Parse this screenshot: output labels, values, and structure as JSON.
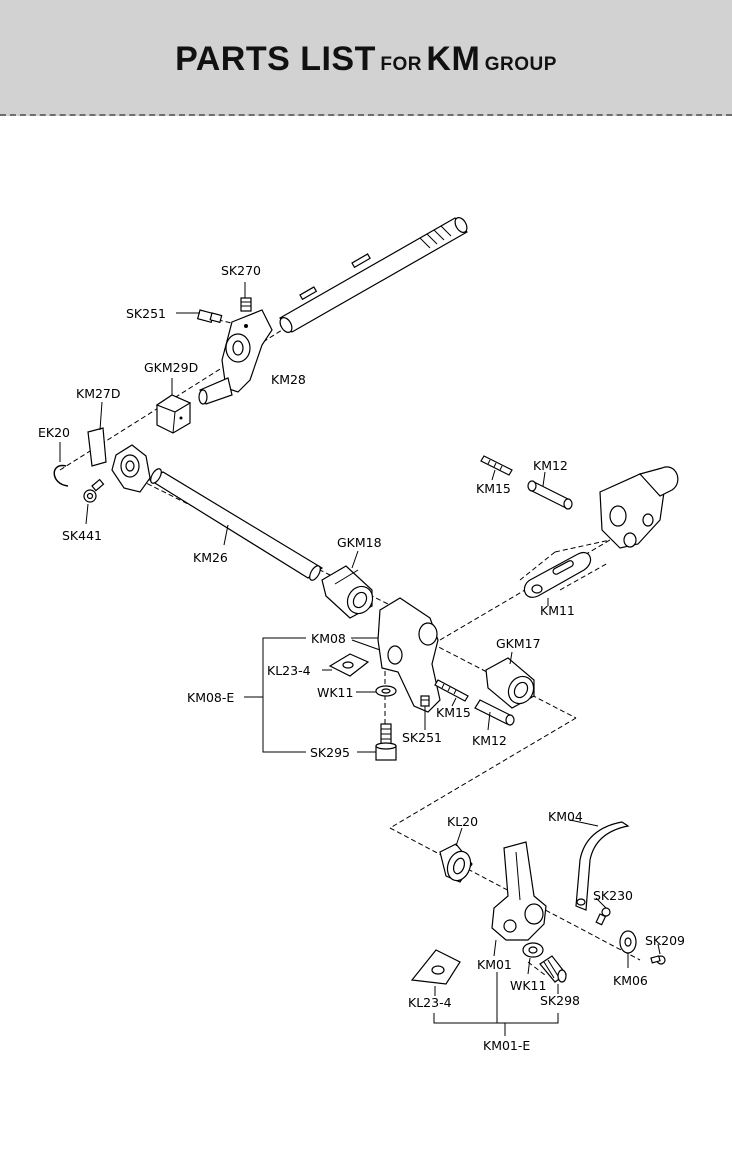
{
  "header": {
    "title_parts": [
      "PARTS LIST",
      "FOR",
      "KM",
      "GROUP"
    ]
  },
  "parts": {
    "SK270": "SK270",
    "SK251_top": "SK251",
    "GKM29D": "GKM29D",
    "KM28": "KM28",
    "KM27D": "KM27D",
    "EK20": "EK20",
    "SK441": "SK441",
    "KM26": "KM26",
    "GKM18": "GKM18",
    "KM12_top": "KM12",
    "KM15_top": "KM15",
    "KM11": "KM11",
    "KM08": "KM08",
    "KL23_4_top": "KL23-4",
    "KM08_E": "KM08-E",
    "WK11_top": "WK11",
    "KM15_mid": "KM15",
    "SK251_mid": "SK251",
    "KM12_mid": "KM12",
    "GKM17": "GKM17",
    "SK295": "SK295",
    "KL20": "KL20",
    "KM04": "KM04",
    "SK230": "SK230",
    "SK209": "SK209",
    "KM06": "KM06",
    "KM01": "KM01",
    "WK11_bot": "WK11",
    "SK298": "SK298",
    "KL23_4_bot": "KL23-4",
    "KM01_E": "KM01-E"
  }
}
